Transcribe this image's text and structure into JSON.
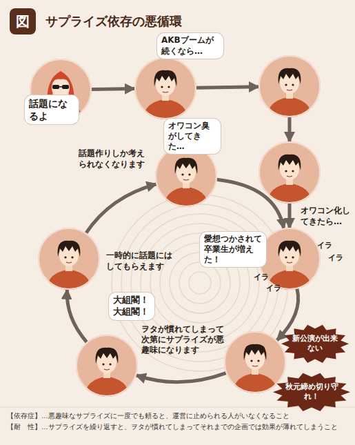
{
  "diagram": {
    "title": "サプライズ依存の悪循環",
    "nodes": [
      {
        "text": [
          "話題になるよ"
        ]
      },
      {
        "text": [
          "AKBブームが続くなら…"
        ]
      },
      {
        "text": []
      },
      {
        "text": []
      },
      {
        "text": [
          "愛想つかされて卒業生が増えた！",
          "イラ",
          "イラ",
          "イラ",
          "イラ"
        ]
      },
      {
        "text": [
          "新公演が出来ない",
          "秋元締め切り守れ！"
        ]
      },
      {
        "text": [
          "大組閣！ 大組閣！"
        ]
      },
      {
        "text": [
          "一時的に話題にはしてもらえます"
        ]
      },
      {
        "text": [
          "オワコン臭がしてきた…",
          "話題作りしか考えられなくなります"
        ]
      }
    ],
    "edges": [
      {
        "from": 0,
        "to": 1,
        "arrow": "to"
      },
      {
        "from": 1,
        "to": 2,
        "arrow": "to"
      },
      {
        "from": 2,
        "to": 3,
        "arrow": "to"
      },
      {
        "from": 3,
        "to": 4,
        "label": "オワコン化してきたら…",
        "arrow": "to"
      },
      {
        "from": 4,
        "to": 5,
        "arrow": "to"
      },
      {
        "from": 5,
        "to": 6,
        "label": "ヲタが慣れてしまって次第にサプライズが悪趣味になります",
        "arrow": "to"
      },
      {
        "from": 6,
        "to": 7,
        "arrow": "to"
      },
      {
        "from": 7,
        "to": 8,
        "arrow": "to"
      },
      {
        "from": 8,
        "to": 4,
        "arrow": "to"
      }
    ],
    "labels": [
      "図",
      "【依存症】…悪趣味なサプライズに一度でも頼ると、運営に止められる人がいなくなること",
      "【耐　性】…サプライズを繰り返すと、ヲタが慣れてしまってそれまでの企画では効果が薄れてしまうこと"
    ]
  }
}
